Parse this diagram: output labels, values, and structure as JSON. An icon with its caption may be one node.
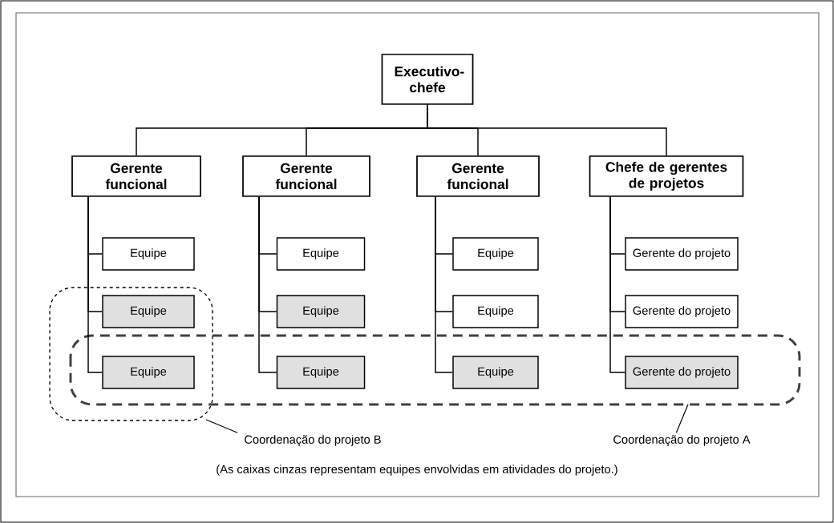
{
  "diagram": {
    "caption": "(As caixas cinzas representam equipes envolvidas em atividades do projeto.)",
    "nodes": [
      {
        "text": [
          "Executivo-chefe"
        ]
      },
      {
        "text": [
          "Gerente funcional"
        ]
      },
      {
        "text": [
          "Gerente funcional"
        ]
      },
      {
        "text": [
          "Gerente funcional"
        ]
      },
      {
        "text": [
          "Chefe de gerentes de projetos"
        ]
      },
      {
        "text": [
          "Equipe"
        ]
      },
      {
        "text": [
          "Equipe"
        ]
      },
      {
        "text": [
          "Equipe"
        ]
      },
      {
        "text": [
          "Equipe"
        ]
      },
      {
        "text": [
          "Equipe"
        ]
      },
      {
        "text": [
          "Equipe"
        ]
      },
      {
        "text": [
          "Equipe"
        ]
      },
      {
        "text": [
          "Equipe"
        ]
      },
      {
        "text": [
          "Equipe"
        ]
      },
      {
        "text": [
          "Gerente do projeto"
        ]
      },
      {
        "text": [
          "Gerente do projeto"
        ]
      },
      {
        "text": [
          "Gerente do projeto"
        ]
      },
      {
        "text": [
          "Coordenação do projeto B"
        ]
      },
      {
        "text": [
          "Coordenação do projeto A"
        ]
      }
    ],
    "edges": [
      {
        "from": 0,
        "to": 1,
        "arrow": "none"
      },
      {
        "from": 0,
        "to": 2,
        "arrow": "none"
      },
      {
        "from": 0,
        "to": 3,
        "arrow": "none"
      },
      {
        "from": 0,
        "to": 4,
        "arrow": "none"
      },
      {
        "from": 1,
        "to": 5,
        "arrow": "none"
      },
      {
        "from": 1,
        "to": 6,
        "arrow": "none"
      },
      {
        "from": 1,
        "to": 7,
        "arrow": "none"
      },
      {
        "from": 2,
        "to": 8,
        "arrow": "none"
      },
      {
        "from": 2,
        "to": 9,
        "arrow": "none"
      },
      {
        "from": 2,
        "to": 10,
        "arrow": "none"
      },
      {
        "from": 3,
        "to": 11,
        "arrow": "none"
      },
      {
        "from": 3,
        "to": 12,
        "arrow": "none"
      },
      {
        "from": 3,
        "to": 13,
        "arrow": "none"
      },
      {
        "from": 4,
        "to": 14,
        "arrow": "none"
      },
      {
        "from": 4,
        "to": 15,
        "arrow": "none"
      },
      {
        "from": 4,
        "to": 16,
        "arrow": "none"
      },
      {
        "from": 17,
        "to": null,
        "arrow": "none"
      },
      {
        "from": 18,
        "to": null,
        "arrow": "none"
      }
    ]
  }
}
